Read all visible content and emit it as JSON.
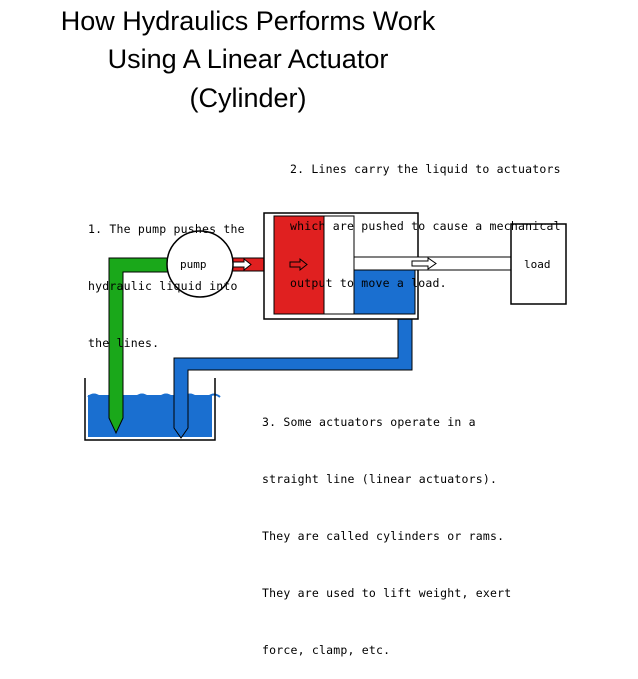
{
  "title": {
    "line1": "How Hydraulics Performs Work",
    "line2": "Using A Linear Actuator",
    "line3": "(Cylinder)"
  },
  "notes": {
    "step1": [
      "1. The pump pushes the",
      "hydraulic liquid into",
      "the lines."
    ],
    "step2": [
      "2. Lines carry the liquid to actuators",
      "which are pushed to cause a mechanical",
      "output to move a load."
    ],
    "step3": [
      "3. Some actuators operate in a",
      "straight line (linear actuators).",
      "They are called cylinders or rams.",
      "They are used to lift weight, exert",
      "force, clamp, etc."
    ]
  },
  "labels": {
    "pump": "pump",
    "load": "load"
  },
  "colors": {
    "pressure_line": "#e02020",
    "suction_line": "#1aa81a",
    "return_line": "#1a6fd0",
    "reservoir_liquid": "#1a6fd0"
  }
}
